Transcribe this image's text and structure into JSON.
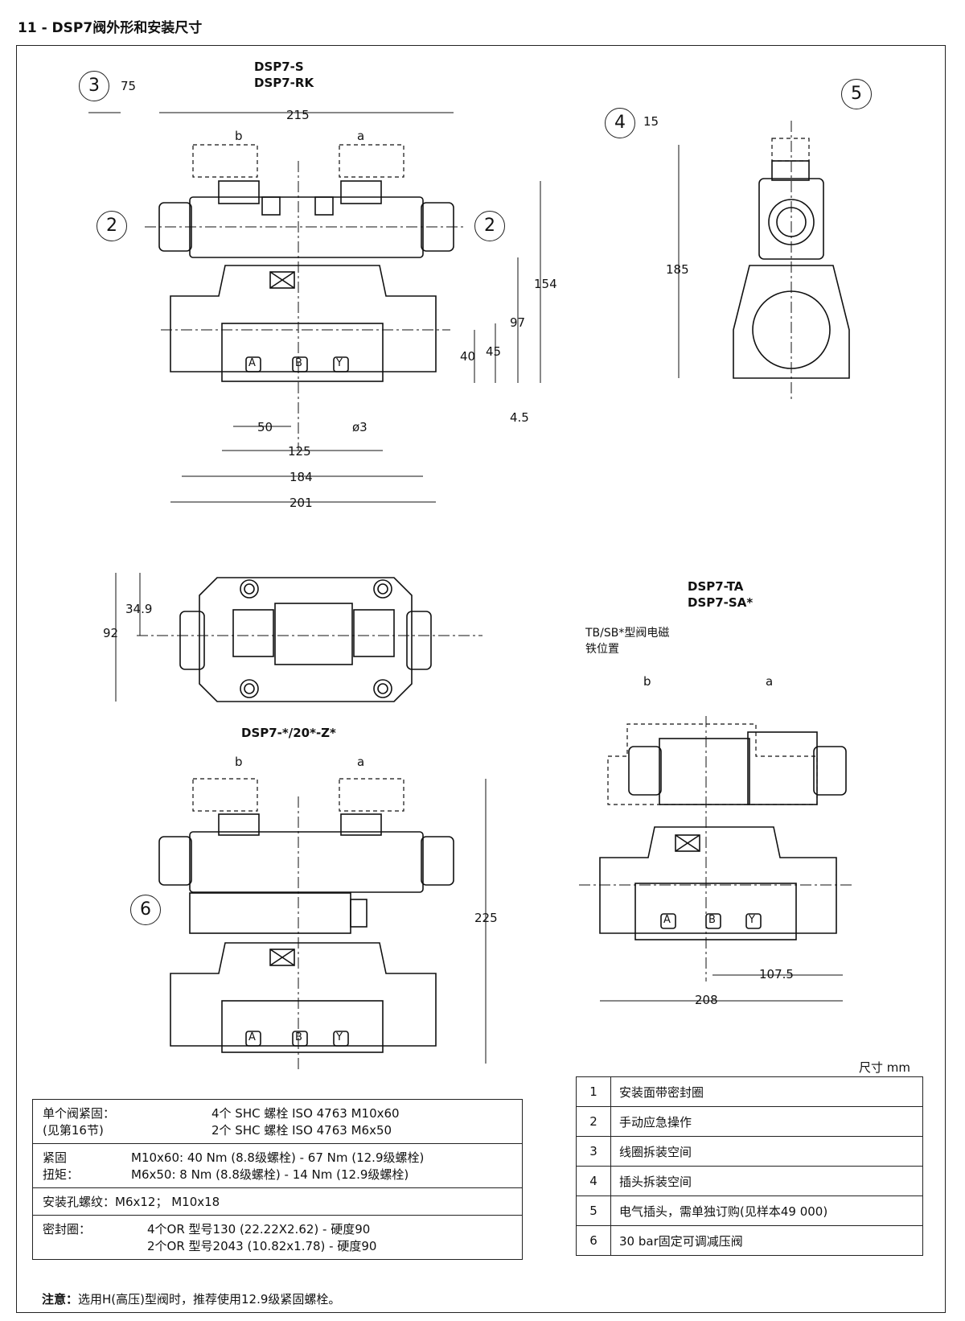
{
  "header": {
    "title": "11 -  DSP7阀外形和安装尺寸"
  },
  "views": {
    "v1_title1": "DSP7-S",
    "v1_title2": "DSP7-RK",
    "v2_title1": "DSP7-TA",
    "v2_title2": "DSP7-SA*",
    "v2_note1": "TB/SB*型阀电磁",
    "v2_note2": "铁位置",
    "v3_title": "DSP7-*/20*-Z*",
    "side_a": "a",
    "side_b": "b",
    "port_a": "A",
    "port_b": "B",
    "port_y": "Y"
  },
  "dimensions": {
    "d75": "75",
    "d215": "215",
    "d154": "154",
    "d97": "97",
    "d40": "40",
    "d45": "45",
    "d4_5": "4.5",
    "d50": "50",
    "d3": "ø3",
    "d125": "125",
    "d184": "184",
    "d201": "201",
    "d15": "15",
    "d185": "185",
    "d34_9": "34.9",
    "d92": "92",
    "d225": "225",
    "d107_5": "107.5",
    "d208": "208"
  },
  "callouts": {
    "c2": "2",
    "c3": "3",
    "c4": "4",
    "c5": "5",
    "c6": "6"
  },
  "unit_label": "尺寸  mm",
  "spec_table": {
    "r1_label1": "单个阀紧固：",
    "r1_label2": "(见第16节)",
    "r1_val1": "4个 SHC 螺栓 ISO 4763 M10x60",
    "r1_val2": "2个 SHC 螺栓 ISO 4763 M6x50",
    "r2_label1": "紧固",
    "r2_label2": "扭矩：",
    "r2_val1": "M10x60:   40 Nm (8.8级螺栓) - 67 Nm (12.9级螺栓)",
    "r2_val2": "M6x50:     8 Nm (8.8级螺栓) - 14 Nm (12.9级螺栓)",
    "r3": "安装孔螺纹：M6x12；  M10x18",
    "r4_label": "密封圈：",
    "r4_val1": "4个OR 型号130 (22.22X2.62) - 硬度90",
    "r4_val2": "2个OR 型号2043 (10.82x1.78) - 硬度90"
  },
  "key_table": [
    {
      "n": "1",
      "text": "安装面带密封圈"
    },
    {
      "n": "2",
      "text": "手动应急操作"
    },
    {
      "n": "3",
      "text": "线圈拆装空间"
    },
    {
      "n": "4",
      "text": "插头拆装空间"
    },
    {
      "n": "5",
      "text": "电气插头，需单独订购(见样本49 000)"
    },
    {
      "n": "6",
      "text": "30 bar固定可调减压阀"
    }
  ],
  "note": {
    "label": "注意：",
    "text": "选用H(高压)型阀时，推荐使用12.9级紧固螺栓。"
  }
}
